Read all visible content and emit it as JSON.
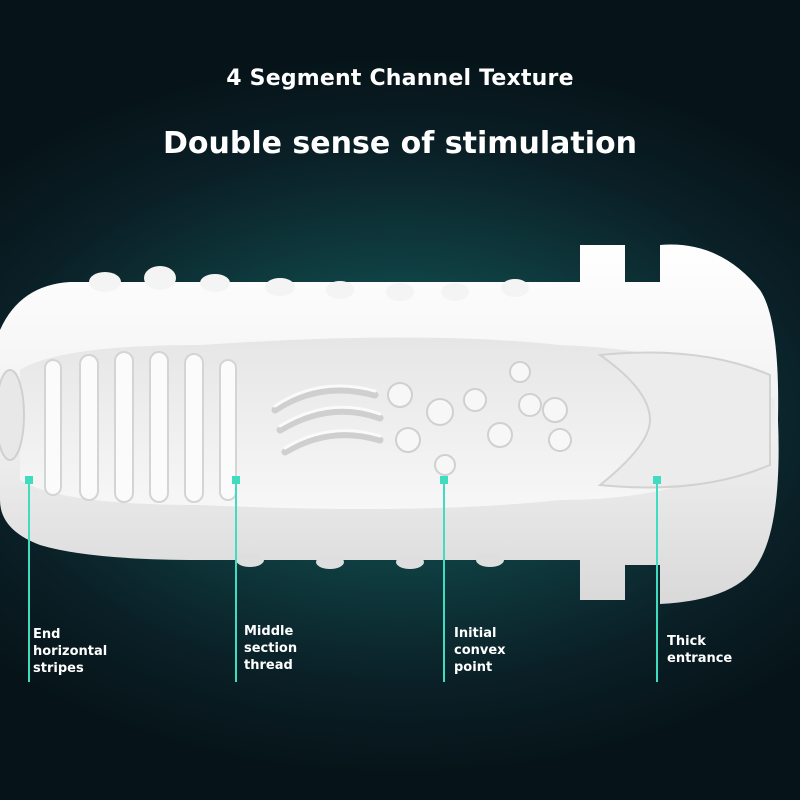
{
  "header": {
    "subtitle": "4 Segment Channel Texture",
    "title": "Double sense of stimulation"
  },
  "callouts": [
    {
      "label": "End\nhorizontal\nstripes"
    },
    {
      "label": "Middle\nsection\nthread"
    },
    {
      "label": "Initial\nconvex\npoint"
    },
    {
      "label": "Thick\nentrance"
    }
  ],
  "colors": {
    "accent": "#3fdcc0",
    "background": "#0a1f26",
    "product": "#f2f2f2"
  }
}
